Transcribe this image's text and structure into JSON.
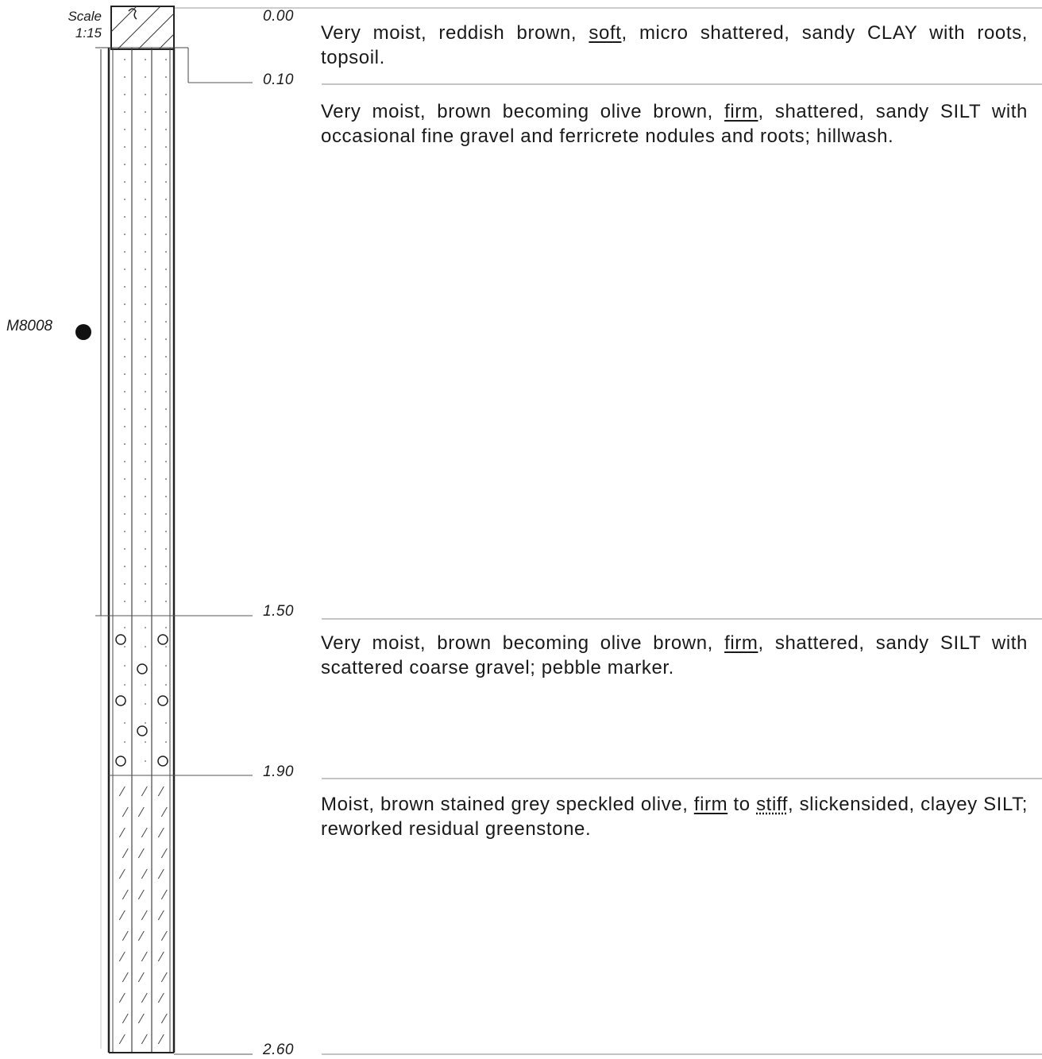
{
  "scale": {
    "label": "Scale",
    "value": "1:15"
  },
  "sample": {
    "id": "M8008"
  },
  "depths": [
    "0.00",
    "0.10",
    "1.50",
    "1.90",
    "2.60"
  ],
  "layers": [
    {
      "parts": [
        {
          "t": "Very moist, reddish brown, "
        },
        {
          "t": "soft",
          "u": true
        },
        {
          "t": ", micro shattered, sandy CLAY with roots, topsoil."
        }
      ]
    },
    {
      "parts": [
        {
          "t": "Very moist, brown becoming olive brown, "
        },
        {
          "t": "firm",
          "u": true
        },
        {
          "t": ", shattered, sandy SILT with occasional fine gravel and ferricrete nodules and roots; hillwash."
        }
      ]
    },
    {
      "parts": [
        {
          "t": "Very moist, brown becoming olive brown, "
        },
        {
          "t": "firm",
          "u": true
        },
        {
          "t": ", shattered, sandy SILT with scattered coarse gravel; pebble marker."
        }
      ]
    },
    {
      "parts": [
        {
          "t": "Moist, brown stained grey speckled olive, "
        },
        {
          "t": "firm",
          "u": true
        },
        {
          "t": " to "
        },
        {
          "t": "stiff",
          "ud": true
        },
        {
          "t": ", slickensided, clayey SILT; reworked residual greenstone."
        }
      ]
    }
  ]
}
